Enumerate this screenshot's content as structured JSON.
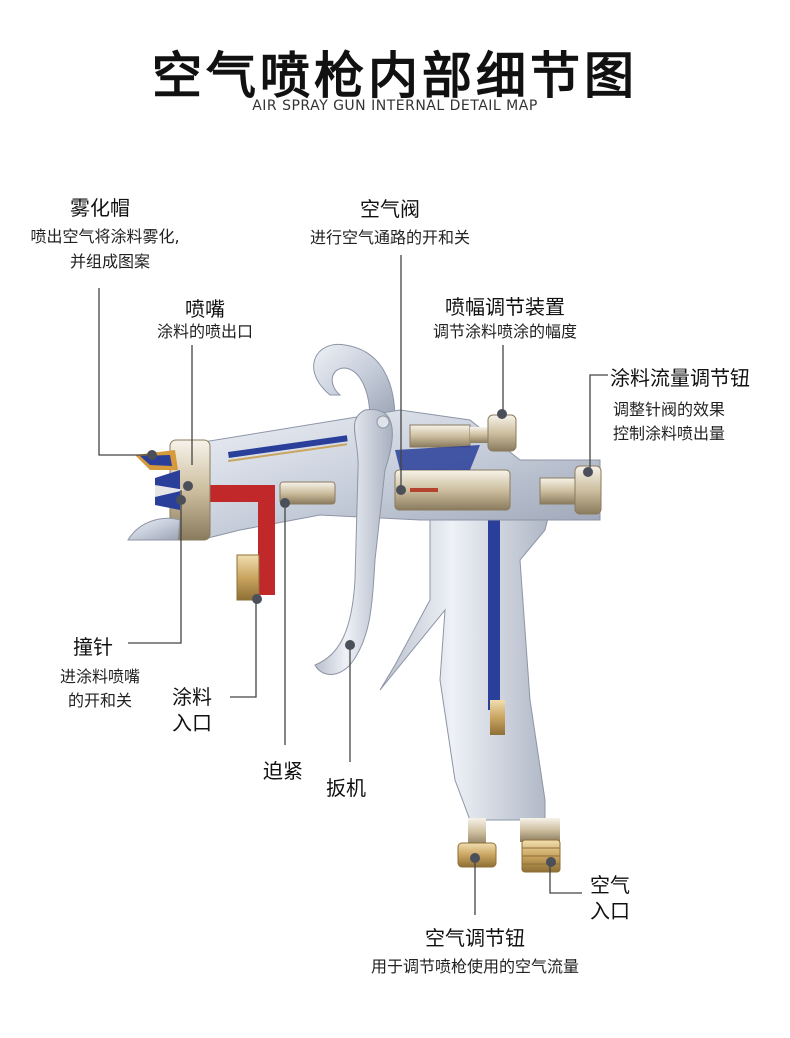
{
  "header": {
    "title": "空气喷枪内部细节图",
    "subtitle": "AIR SPRAY GUN INTERNAL DETAIL MAP"
  },
  "callouts": {
    "air_cap": {
      "label": "雾化帽",
      "desc_line1": "喷出空气将涂料雾化,",
      "desc_line2": "并组成图案"
    },
    "nozzle": {
      "label": "喷嘴",
      "desc": "涂料的喷出口"
    },
    "air_valve": {
      "label": "空气阀",
      "desc": "进行空气通路的开和关"
    },
    "pattern_adjuster": {
      "label": "喷幅调节装置",
      "desc": "调节涂料喷涂的幅度"
    },
    "fluid_knob": {
      "label": "涂料流量调节钮",
      "desc_line1": "调整针阀的效果",
      "desc_line2": "控制涂料喷出量"
    },
    "needle": {
      "label": "撞针",
      "desc_line1": "进涂料喷嘴",
      "desc_line2": "的开和关"
    },
    "fluid_inlet": {
      "label_line1": "涂料",
      "label_line2": "入口"
    },
    "packing": {
      "label": "迫紧"
    },
    "trigger": {
      "label": "扳机"
    },
    "air_inlet": {
      "label_line1": "空气",
      "label_line2": "入口"
    },
    "air_knob": {
      "label": "空气调节钮",
      "desc": "用于调节喷枪使用的空气流量"
    }
  },
  "colors": {
    "leader_line": "#444444",
    "marker_dot": "#4a4f5a",
    "fluid_path": "#c0282a",
    "air_path": "#2a3f9a",
    "brass": "#c9a560",
    "body_silver": "#d3d8e2"
  }
}
